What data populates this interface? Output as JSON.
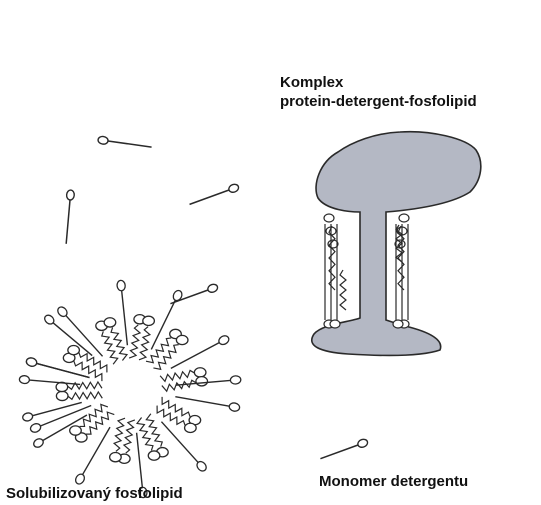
{
  "labels": {
    "complex_line1": "Komplex",
    "complex_line2": "protein-detergent-fosfolipid",
    "monomer": "Monomer detergentu",
    "solubilized": "Solubilizovaný fosfolipid"
  },
  "colors": {
    "protein_fill": "#b4b8c4",
    "stroke": "#2a2a2a",
    "background": "#ffffff"
  },
  "elements": {
    "protein": "protein-membrane-complex",
    "micelle": "mixed-micelle-ring",
    "detergent": "detergent-monomer"
  }
}
